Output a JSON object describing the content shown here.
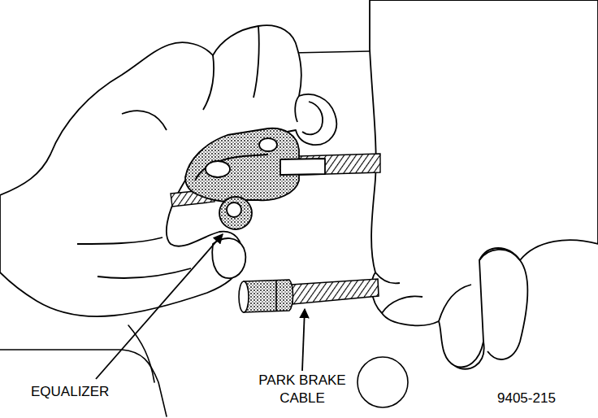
{
  "diagram": {
    "labels": [
      "EQUALIZER",
      "PARK BRAKE CABLE",
      "9405-215"
    ]
  }
}
